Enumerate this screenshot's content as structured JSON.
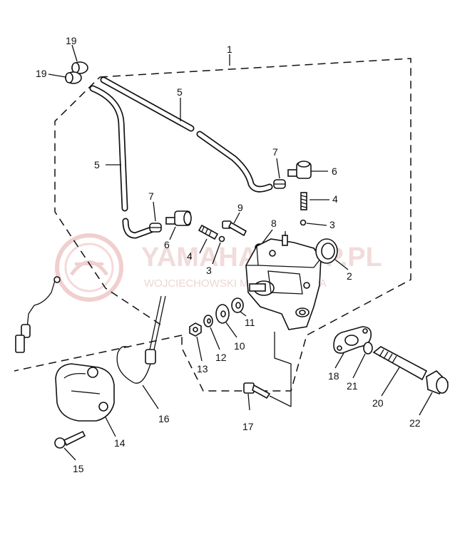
{
  "watermark": {
    "line1": "YAMAHA-SHOP.PL",
    "line2": "WOJCIECHOWSKI MOTOR YAMAHA"
  },
  "callouts": {
    "c1": "1",
    "c2": "2",
    "c3a": "3",
    "c3b": "3",
    "c4a": "4",
    "c4b": "4",
    "c5a": "5",
    "c5b": "5",
    "c6a": "6",
    "c6b": "6",
    "c7a": "7",
    "c7b": "7",
    "c8": "8",
    "c9": "9",
    "c10": "10",
    "c11": "11",
    "c12": "12",
    "c13": "13",
    "c14": "14",
    "c15": "15",
    "c16": "16",
    "c17": "17",
    "c18": "18",
    "c19a": "19",
    "c19b": "19",
    "c20": "20",
    "c21": "21",
    "c22": "22"
  }
}
